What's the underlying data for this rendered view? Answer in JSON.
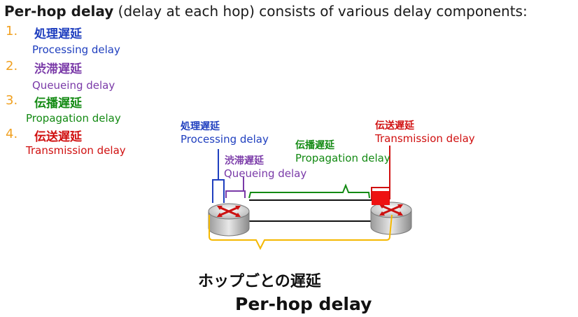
{
  "title": {
    "bold": "Per-hop delay",
    "rest": " (delay at each hop) consists of various delay components:"
  },
  "list": [
    {
      "num": "1.",
      "jp": "処理遅延",
      "en": "Processing delay"
    },
    {
      "num": "2.",
      "jp": "渋滞遅延",
      "en": "Queueing delay"
    },
    {
      "num": "3.",
      "jp": "伝播遅延",
      "en": "Propagation delay"
    },
    {
      "num": "4.",
      "jp": "伝送遅延",
      "en": "Transmission delay"
    }
  ],
  "diagram": {
    "processing_jp": "処理遅延",
    "processing_en": "Processing delay",
    "queueing_jp": "渋滞遅延",
    "queueing_en": "Queueing delay",
    "propagation_jp": "伝播遅延",
    "propagation_en": "Propagation delay",
    "transmission_jp": "伝送遅延",
    "transmission_en": "Transmission delay"
  },
  "bottom": {
    "jp": "ホップごとの遅延",
    "en": "Per-hop delay"
  },
  "colors": {
    "processing": "#1f3fbf",
    "queueing": "#7a3aa8",
    "propagation": "#138a13",
    "transmission": "#d01010",
    "perhop": "#f5b800",
    "numbers": "#f0a020"
  }
}
